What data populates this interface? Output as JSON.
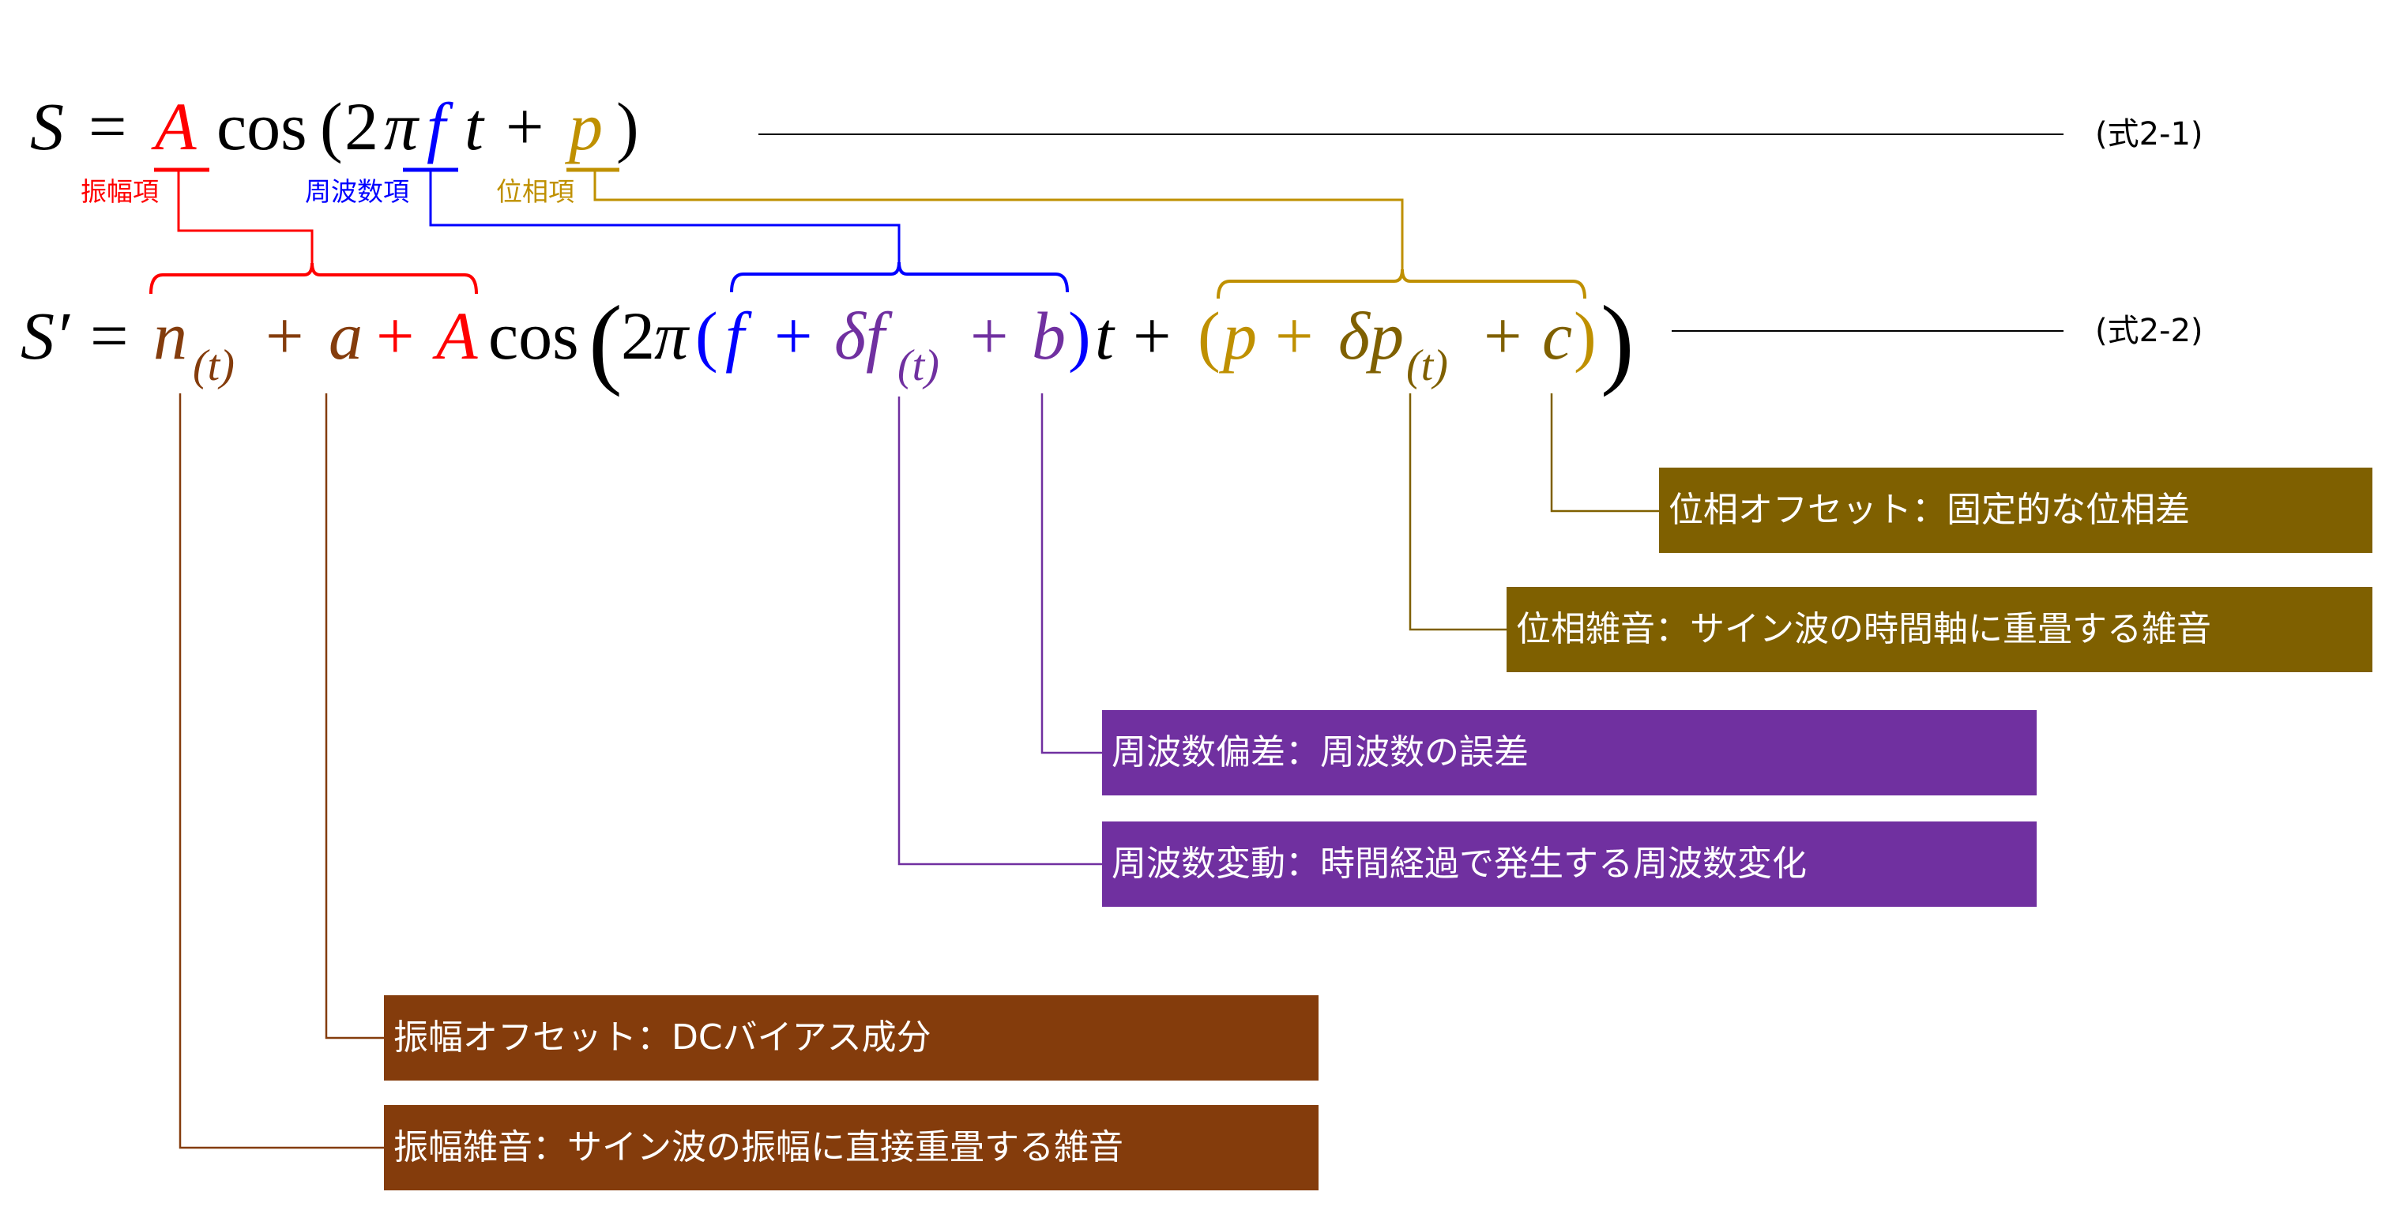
{
  "colors": {
    "amplitude": "#FF0000",
    "frequency": "#0000FF",
    "phase": "#BF9000",
    "amplitude_box": "#843C0C",
    "frequency_box": "#7030A0",
    "phase_box": "#7F6000"
  },
  "equation1": {
    "S": "S",
    "eq": "=",
    "A": "A",
    "cos": "cos",
    "lparen": "(",
    "two": "2",
    "pi": "π",
    "f": "f",
    "t": "t",
    "plus": "+",
    "p": "p",
    "rparen": ")",
    "number": "(式2-1)"
  },
  "equation1_labels": {
    "amplitude": "振幅項",
    "frequency": "周波数項",
    "phase": "位相項"
  },
  "equation2": {
    "S": "S′",
    "eq": "=",
    "n": "n",
    "sub_t": "(t)",
    "plus": "+",
    "a": "a",
    "A": "A",
    "cos": "cos",
    "big_lparen": "(",
    "two": "2",
    "pi": "π",
    "lparen": "(",
    "f": "f",
    "delta_f": "δf",
    "b": "b",
    "rparen": ")",
    "t": "t",
    "p": "p",
    "delta_p": "δp",
    "c": "c",
    "big_rparen": ")",
    "number": "(式2-2)"
  },
  "annotations": [
    {
      "text": "位相オフセット：固定的な位相差",
      "group": "phase"
    },
    {
      "text": "位相雑音：サイン波の時間軸に重畳する雑音",
      "group": "phase"
    },
    {
      "text": "周波数偏差：周波数の誤差",
      "group": "frequency"
    },
    {
      "text": "周波数変動：時間経過で発生する周波数変化",
      "group": "frequency"
    },
    {
      "text": "振幅オフセット：DCバイアス成分",
      "group": "amplitude"
    },
    {
      "text": "振幅雑音：サイン波の振幅に直接重畳する雑音",
      "group": "amplitude"
    }
  ]
}
